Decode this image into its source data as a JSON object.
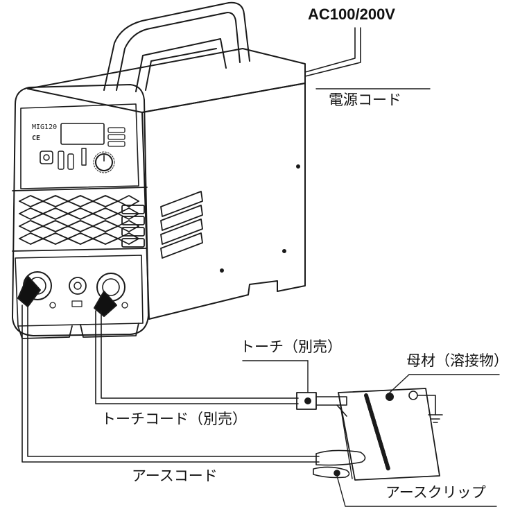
{
  "labels": {
    "power_spec": "AC100/200V",
    "power_cord": "電源コード",
    "torch": "トーチ（別売）",
    "base_material": "母材（溶接物）",
    "torch_cord": "トーチコード（別売）",
    "earth_cord": "アースコード",
    "earth_clip": "アースクリップ"
  },
  "machine": {
    "model": "MIG120",
    "cert": "CE"
  }
}
